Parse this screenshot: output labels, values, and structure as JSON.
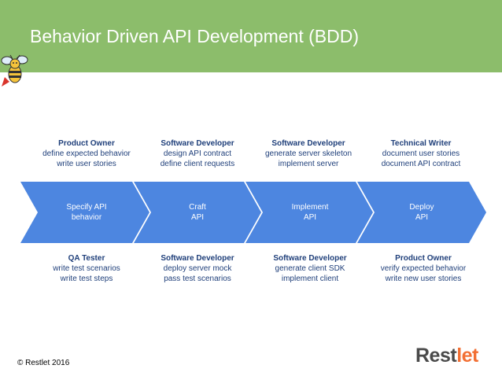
{
  "header": {
    "title": "Behavior Driven API Development (BDD)",
    "bg_color": "#8cbd6b"
  },
  "mascot": {
    "icon": "bee-mascot-icon"
  },
  "arrow_color": "#4d86e0",
  "stages": [
    {
      "label_line1": "Specify API",
      "label_line2": "behavior",
      "top": {
        "role": "Product Owner",
        "line1": "define expected behavior",
        "line2": "write user stories"
      },
      "bottom": {
        "role": "QA Tester",
        "line1": "write test scenarios",
        "line2": "write test steps"
      }
    },
    {
      "label_line1": "Craft",
      "label_line2": "API",
      "top": {
        "role": "Software Developer",
        "line1": "design API contract",
        "line2": "define client requests"
      },
      "bottom": {
        "role": "Software Developer",
        "line1": "deploy server mock",
        "line2": "pass test scenarios"
      }
    },
    {
      "label_line1": "Implement",
      "label_line2": "API",
      "top": {
        "role": "Software Developer",
        "line1": "generate server skeleton",
        "line2": "implement server"
      },
      "bottom": {
        "role": "Software Developer",
        "line1": "generate client SDK",
        "line2": "implement client"
      }
    },
    {
      "label_line1": "Deploy",
      "label_line2": "API",
      "top": {
        "role": "Technical Writer",
        "line1": "document user stories",
        "line2": "document API contract"
      },
      "bottom": {
        "role": "Product Owner",
        "line1": "verify expected behavior",
        "line2": "write new user stories"
      }
    }
  ],
  "footer": {
    "copyright": "© Restlet 2016",
    "logo_part1": "Rest",
    "logo_part2": "let"
  }
}
